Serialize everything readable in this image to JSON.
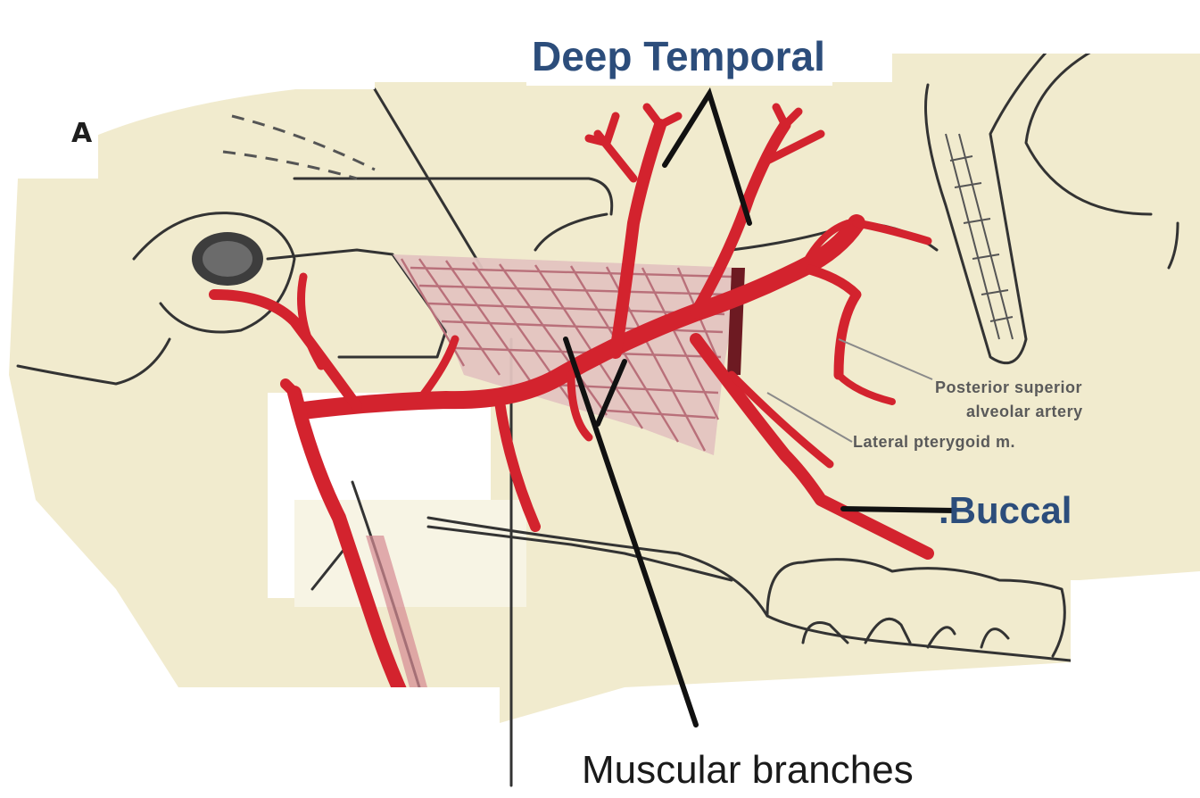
{
  "figure": {
    "panel_letter": "A",
    "labels": {
      "deep_temporal": "Deep Temporal",
      "buccal": ".Buccal",
      "muscular_branches": "Muscular branches",
      "posterior_superior_line1": "Posterior superior",
      "posterior_superior_line2": "alveolar artery",
      "lateral_pterygoid": "Lateral pterygoid m."
    }
  },
  "colors": {
    "artery": "#d3232e",
    "artery_dark": "#9c1b24",
    "outline": "#333333",
    "muscle": "#b9707a",
    "bone": "#f1ebce",
    "annotation_text": "#2c4d7b",
    "leader_line": "#111111"
  }
}
